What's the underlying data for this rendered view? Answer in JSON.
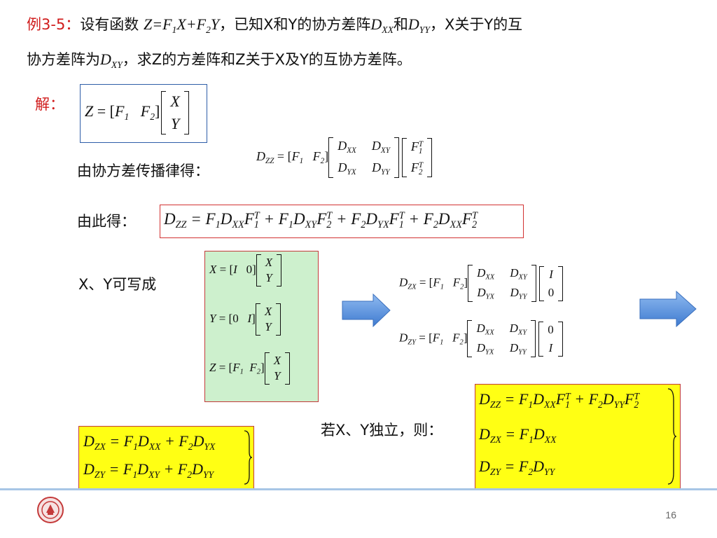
{
  "problem": {
    "label": "例3-5：",
    "text1": "设有函数",
    "text2": "，已知X和Y的协方差阵",
    "text3": "和",
    "text4": "，X关于Y的互",
    "text5": "协方差阵为",
    "text6": "，求Z的方差阵和Z关于X及Y的互协方差阵。"
  },
  "solution": {
    "label": "解：",
    "step1_label": "由协方差传播律得：",
    "step2_label": "由此得：",
    "step3_label": "X、Y可写成",
    "step4_label": "若X、Y独立，则："
  },
  "page_number": "16",
  "colors": {
    "red_text": "#d01c1c",
    "green_fill": "#cdf0cd",
    "yellow_fill": "#ffff14",
    "arrow_blue": "#4a86d8",
    "footer_line": "#a7c6e6"
  }
}
